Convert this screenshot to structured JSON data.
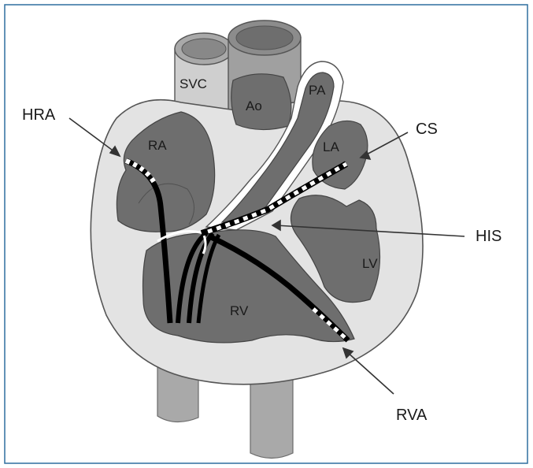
{
  "frame_color": "#2f6f9f",
  "colors": {
    "heart_outline": "#bfbfbf",
    "chamber_fill": "#6e6e6e",
    "vessel_fill": "#a9a9a9",
    "background_body": "#e3e3e3",
    "lead": "#000000",
    "electrode": "#ffffff"
  },
  "labels": {
    "svc": "SVC",
    "ao": "Ao",
    "pa": "PA",
    "ra": "RA",
    "la": "LA",
    "lv": "LV",
    "rv": "RV"
  },
  "callouts": {
    "hra": "HRA",
    "cs": "CS",
    "his": "HIS",
    "rva": "RVA"
  }
}
